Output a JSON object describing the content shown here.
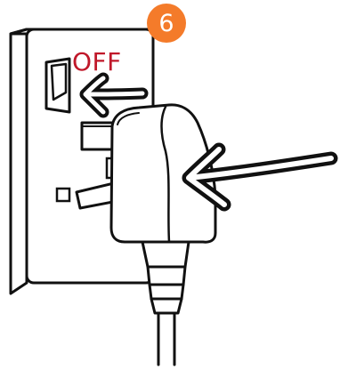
{
  "step": {
    "number": "6",
    "badge_color": "#f47b2a"
  },
  "switch": {
    "state_label": "OFF",
    "label_color": "#c0182a"
  },
  "illustration": {
    "stroke_color": "#111111",
    "fill_color": "#ffffff",
    "arrows": [
      "flip-switch-off-arrow",
      "unplug-arrow"
    ]
  }
}
